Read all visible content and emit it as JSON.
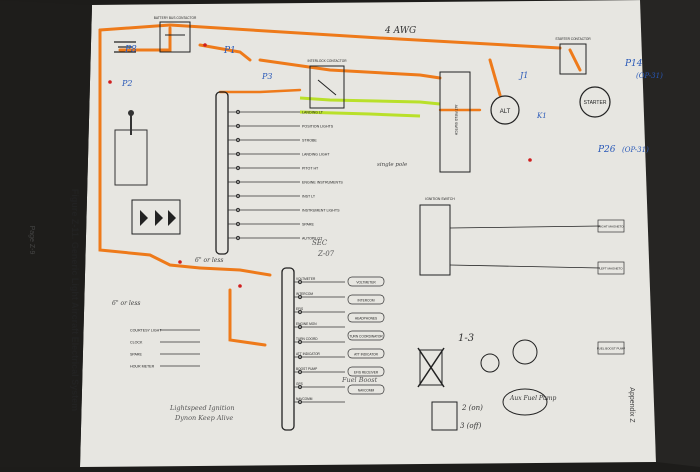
{
  "page": {
    "label": "Page Z-9",
    "appendix": "Appendix Z"
  },
  "figure": {
    "title": "Figure Z-11. Generic Light Aircraft Electrical System"
  },
  "colors": {
    "paper": "#e9e8e3",
    "ink": "#262626",
    "orange": "#ee7a1a",
    "green": "#b9e02a",
    "red": "#d01f1f",
    "blue": "#2858b8",
    "pencil": "#555555"
  },
  "power": {
    "battery_label": "BATTERY BUS CONTACTOR",
    "starter_contactor": "STARTER CONTACTOR",
    "starter": "STARTER",
    "alternator": "ALT",
    "alt_field_switch": "ALT FIELD SWITCH",
    "interlock_contactor": "INTERLOCK CONTACTOR"
  },
  "breakers_main": [
    "LANDING LT",
    "POSITION LIGHTS",
    "STROBE",
    "LANDING LIGHT",
    "PITOT HT",
    "ENGINE INSTRUMENTS",
    "INST LT",
    "INSTRUMENT LIGHTS",
    "SPARE",
    "AUTOPILOT"
  ],
  "breakers_ess": [
    "VOLTMETER",
    "INTERCOM",
    "EFIS",
    "ENGINE MON",
    "TURN COORD",
    "ATT INDICATOR",
    "BOOST PUMP",
    "GPS",
    "NAVCOMM"
  ],
  "ess_outputs": [
    "VOLTMETER",
    "INTERCOM",
    "HEADPHONES",
    "TURN COORDINATOR",
    "ATT INDICATOR",
    "EFIS RECEIVER",
    "NAVCOMM"
  ],
  "left_stack": [
    "COURTESY LIGHT",
    "CLOCK",
    "SPARE",
    "HOUR METER"
  ],
  "right_outputs": [
    "RIGHT MAGNETO",
    "LEFT MAGNETO",
    "FUEL BOOST PUMP"
  ],
  "annotations": {
    "wire_4awg": "4 AWG",
    "p8": "P8",
    "p1": "P1",
    "p3": "P3",
    "p2": "P2",
    "p14": "P14",
    "p26": "P26",
    "j1": "J1",
    "op31": "(OP-31)",
    "op31b": "(OP-31)",
    "k1": "K1",
    "single_pole": "single pole",
    "sixin": "6\" or less",
    "sixin2": "6\" or less",
    "sec": "SEC",
    "z07": "Z-07",
    "one_three": "1-3",
    "two_on": "2 (on)",
    "three_off": "3 (off)",
    "aux_pump": "Aux Fuel Pump",
    "lightspeed": "Lightspeed Ignition",
    "dynon": "Dynon Keep Alive",
    "ign_switch": "IGNITION SWITCH",
    "fuel_boost": "Fuel Boost",
    "ign_note": "2 (on)"
  }
}
